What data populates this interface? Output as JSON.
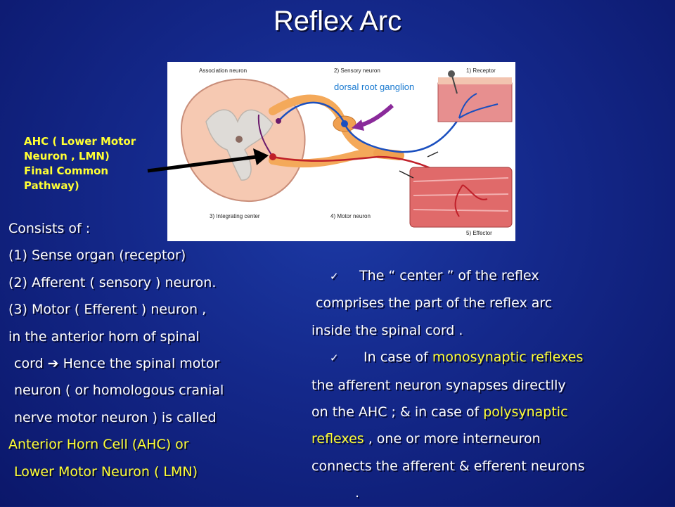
{
  "title": "Reflex Arc",
  "figure": {
    "association_neuron": "Association neuron",
    "sensory_neuron": "2) Sensory neuron",
    "dorsal_root_ganglion": "dorsal root ganglion",
    "receptor": "1) Receptor",
    "integrating_center": "3) Integrating center",
    "motor_neuron": "4) Motor neuron",
    "effector": "5) Effector"
  },
  "callout": {
    "line1": "AHC ( Lower Motor",
    "line2": "Neuron , LMN)",
    "line3": "Final Common",
    "line4": "Pathway)"
  },
  "left": {
    "heading": "Consists of :",
    "l1": "(1) Sense organ (receptor)",
    "l2": "(2) Afferent ( sensory ) neuron.",
    "l3": "(3) Motor ( Efferent ) neuron ,",
    "l4": "in the anterior horn of spinal",
    "l5": "cord ➔ Hence the spinal motor",
    "l6": "neuron ( or homologous cranial",
    "l7": "nerve motor neuron ) is  called",
    "l8": "Anterior Horn Cell (AHC) or",
    "l9": "Lower Motor Neuron ( LMN)"
  },
  "right": {
    "check": "✓",
    "p1_l1": "The “ center ” of the reflex",
    "p1_l2": "comprises the part of the reflex arc",
    "p1_l3": "inside the spinal cord .",
    "p2_l1_a": "In case of ",
    "p2_l1_b": "monosynaptic reflexes",
    "p2_l2": "the afferent neuron synapses directlly",
    "p2_l3_a": "on the AHC  ; & in case of ",
    "p2_l3_b": "polysynaptic",
    "p2_l4_a": "reflexes",
    "p2_l4_b": " , one or more interneuron",
    "p2_l5": "connects the afferent & efferent neurons",
    "p2_l6": "."
  }
}
